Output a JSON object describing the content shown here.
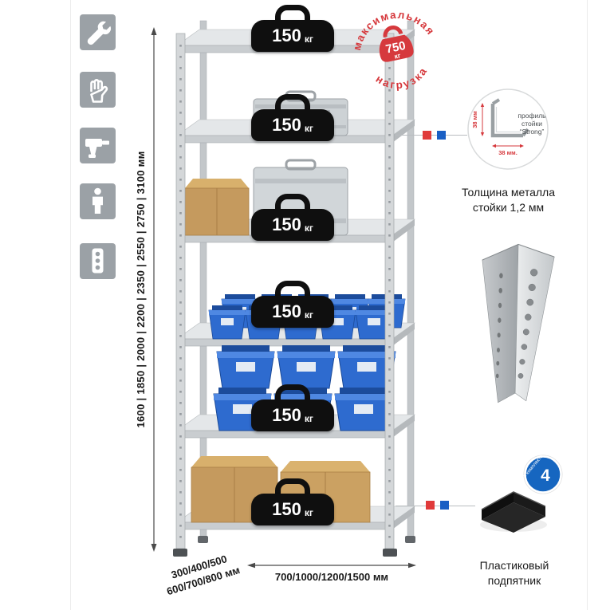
{
  "colors": {
    "accent_red": "#d6393d",
    "accent_blue": "#1a5fc4",
    "metal_gray": "#ccd1d4",
    "bin_blue": "#2e6bcf",
    "box_tan": "#c59a5e",
    "badge_black": "#0f0f0f"
  },
  "icon_panel": {
    "items": [
      {
        "name": "wrench"
      },
      {
        "name": "gloves"
      },
      {
        "name": "drill"
      },
      {
        "name": "person"
      },
      {
        "name": "power-strip"
      }
    ]
  },
  "rack": {
    "badges": [
      {
        "value": "150",
        "unit": "кг"
      },
      {
        "value": "150",
        "unit": "кг"
      },
      {
        "value": "150",
        "unit": "кг"
      },
      {
        "value": "150",
        "unit": "кг"
      },
      {
        "value": "150",
        "unit": "кг"
      },
      {
        "value": "150",
        "unit": "кг"
      }
    ],
    "stamp": {
      "arc_top": "максимальная",
      "arc_bottom": "нагрузка",
      "value": "750",
      "unit": "кг"
    },
    "dims": {
      "height": "1600 | 1850 | 2000 | 2200 | 2350 | 2550 | 2750 | 3100 мм",
      "depth_line1": "300/400/500",
      "depth_line2": "600/700/800 мм",
      "width": "700/1000/1200/1500 мм"
    }
  },
  "details": {
    "profile": {
      "label_line1": "профиль",
      "label_line2": "стойки",
      "label_line3": "“Strong”",
      "dim_vertical": "38 мм",
      "dim_horizontal": "38 мм.",
      "caption_line1": "Толщина металла",
      "caption_line2": "стойки 1,2 мм"
    },
    "foot": {
      "badge_value": "4",
      "badge_text": "в комплекте",
      "caption_line1": "Пластиковый",
      "caption_line2": "подпятник"
    }
  }
}
